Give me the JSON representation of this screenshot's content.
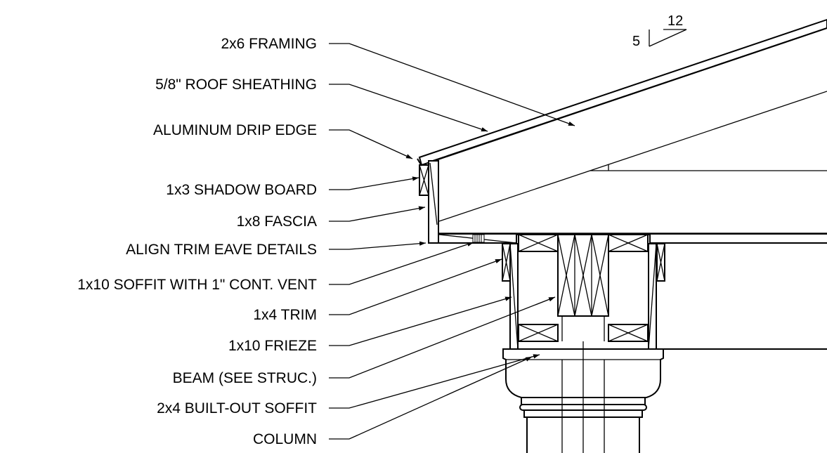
{
  "slope": {
    "rise": "5",
    "run": "12"
  },
  "callouts": [
    "2x6 FRAMING",
    "5/8\" ROOF SHEATHING",
    "ALUMINUM DRIP EDGE",
    "1x3 SHADOW BOARD",
    "1x8 FASCIA",
    "ALIGN TRIM EAVE DETAILS",
    "1x10 SOFFIT WITH 1\" CONT. VENT",
    "1x4 TRIM",
    "1x10 FRIEZE",
    "BEAM (SEE STRUC.)",
    "2x4 BUILT-OUT SOFFIT",
    "COLUMN"
  ]
}
